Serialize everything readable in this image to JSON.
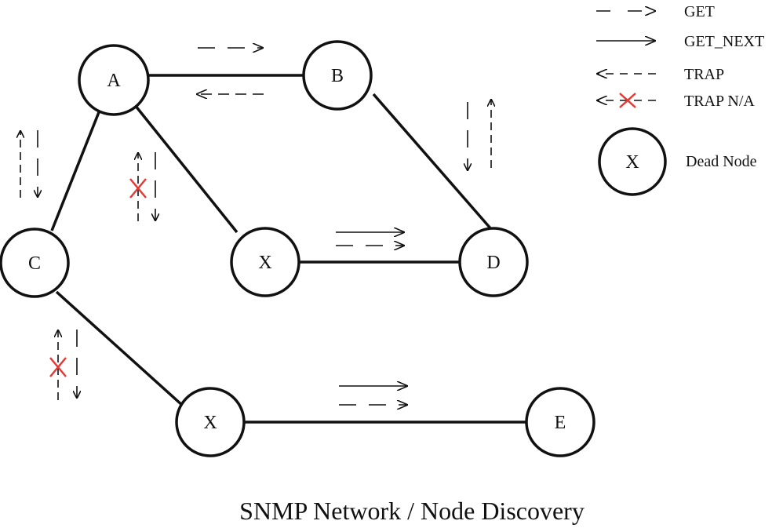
{
  "diagram": {
    "caption": "SNMP Network / Node Discovery",
    "nodes": [
      {
        "id": "A",
        "label": "A"
      },
      {
        "id": "B",
        "label": "B"
      },
      {
        "id": "C",
        "label": "C"
      },
      {
        "id": "X1",
        "label": "X"
      },
      {
        "id": "D",
        "label": "D"
      },
      {
        "id": "X2",
        "label": "X"
      },
      {
        "id": "E",
        "label": "E"
      }
    ],
    "edges": [
      {
        "from": "A",
        "to": "B"
      },
      {
        "from": "A",
        "to": "C"
      },
      {
        "from": "A",
        "to": "X1"
      },
      {
        "from": "B",
        "to": "D"
      },
      {
        "from": "X1",
        "to": "D"
      },
      {
        "from": "C",
        "to": "X2"
      },
      {
        "from": "X2",
        "to": "E"
      }
    ],
    "legend": {
      "get": "GET",
      "get_next": "GET_NEXT",
      "trap": "TRAP",
      "trap_na": "TRAP N/A",
      "dead_node_symbol": "X",
      "dead_node": "Dead Node"
    },
    "colors": {
      "line": "#111111",
      "na_mark": "#e53935"
    }
  }
}
